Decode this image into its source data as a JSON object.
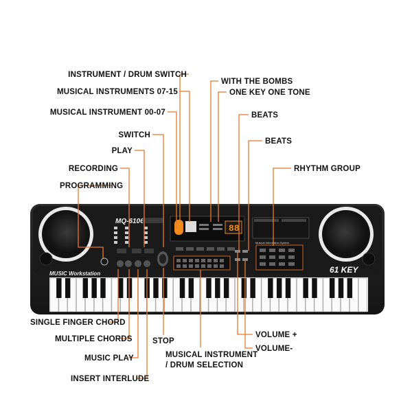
{
  "keyboard": {
    "model": "MQ-6106",
    "brand_text": "MUSIC Workstation",
    "key_badge": "61 KEY",
    "lcd_text": "88",
    "panel_title": "Musical Information System"
  },
  "callouts": {
    "instrument_drum_switch": "INSTRUMENT / DRUM SWITCH",
    "musical_instruments_07_15": "MUSICAL INSTRUMENTS 07-15",
    "musical_instrument_00_07": "MUSICAL INSTRUMENT 00-07",
    "switch": "SWITCH",
    "play": "PLAY",
    "recording": "RECORDING",
    "programming": "PROGRAMMING",
    "with_the_bombs": "WITH THE BOMBS",
    "one_key_one_tone": "ONE KEY ONE TONE",
    "beats_1": "BEATS",
    "beats_2": "BEATS",
    "rhythm_group": "RHYTHM GROUP",
    "single_finger_chord": "SINGLE FINGER CHORD",
    "multiple_chords": "MULTIPLE CHORDS",
    "music_play": "MUSIC PLAY",
    "insert_interlude": "INSERT INTERLUDE",
    "stop": "STOP",
    "instrument_drum_selection_1": "MUSICAL INSTRUMENT",
    "instrument_drum_selection_2": "/ DRUM SELECTION",
    "volume_plus": "VOLUME +",
    "volume_minus": "VOLUME-"
  },
  "colors": {
    "leader": "#e8782a",
    "body": "#1c1c1c",
    "accent": "#f08a1c"
  },
  "keys": {
    "white_count": 36
  }
}
